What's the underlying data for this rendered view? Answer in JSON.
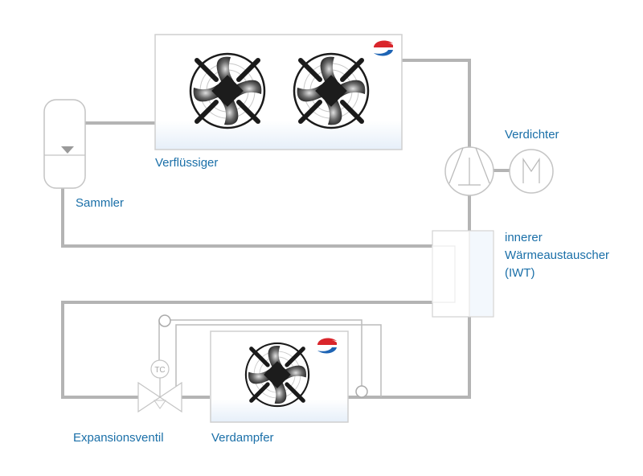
{
  "diagram": {
    "title": "Kältekreislauf",
    "components": {
      "condenser": {
        "label": "Verflüssiger",
        "fans": 2,
        "brand_logo": "guentner-logo"
      },
      "receiver": {
        "label": "Sammler"
      },
      "compressor": {
        "label": "Verdichter",
        "motor_symbol": "M"
      },
      "internal_heat_exchanger": {
        "label_line1": "innerer",
        "label_line2": "Wärmeaustauscher",
        "label_line3": "(IWT)"
      },
      "expansion_valve": {
        "label": "Expansionsventil",
        "sensor_label": "TC"
      },
      "evaporator": {
        "label": "Verdampfer",
        "fans": 1,
        "brand_logo": "guentner-logo"
      }
    },
    "colors": {
      "pipe": "#b4b4b4",
      "thin_line": "#bcbcbc",
      "label_text": "#1a6fa8",
      "logo_red": "#d9262c",
      "logo_blue": "#1e64b4"
    }
  }
}
